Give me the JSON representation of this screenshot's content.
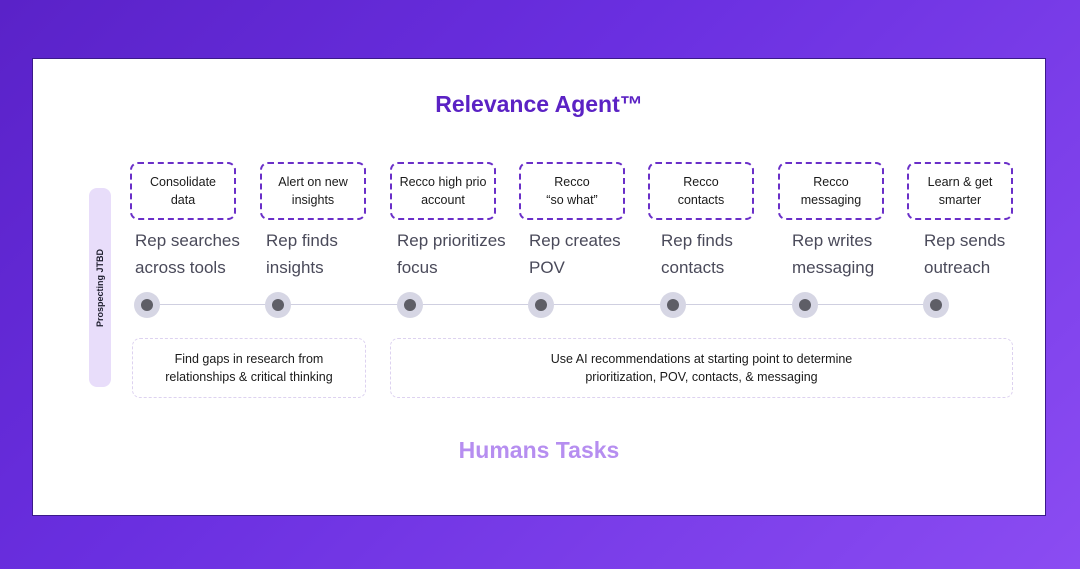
{
  "titles": {
    "agent": "Relevance Agent™",
    "humans": "Humans Tasks"
  },
  "side_label": "Prospecting JTBD",
  "agent_tasks": [
    "Consolidate\ndata",
    "Alert on new\ninsights",
    "Recco high prio\naccount",
    "Recco\n“so what”",
    "Recco\ncontacts",
    "Recco\nmessaging",
    "Learn & get\nsmarter"
  ],
  "steps": [
    "Rep searches\nacross tools",
    "Rep finds\ninsights",
    "Rep prioritizes\nfocus",
    "Rep creates\nPOV",
    "Rep finds\ncontacts",
    "Rep writes\nmessaging",
    "Rep sends\noutreach"
  ],
  "human_tasks": [
    "Find gaps in research from\nrelationships & critical thinking",
    "Use AI recommendations at starting point to determine\nprioritization, POV, contacts, & messaging"
  ],
  "colors": {
    "agent_title": "#5b22c4",
    "humans_title": "#b68ef0",
    "agent_border": "#6a2fc8",
    "human_border": "#ddd2f0",
    "side_pill": "#e8ddfa"
  }
}
